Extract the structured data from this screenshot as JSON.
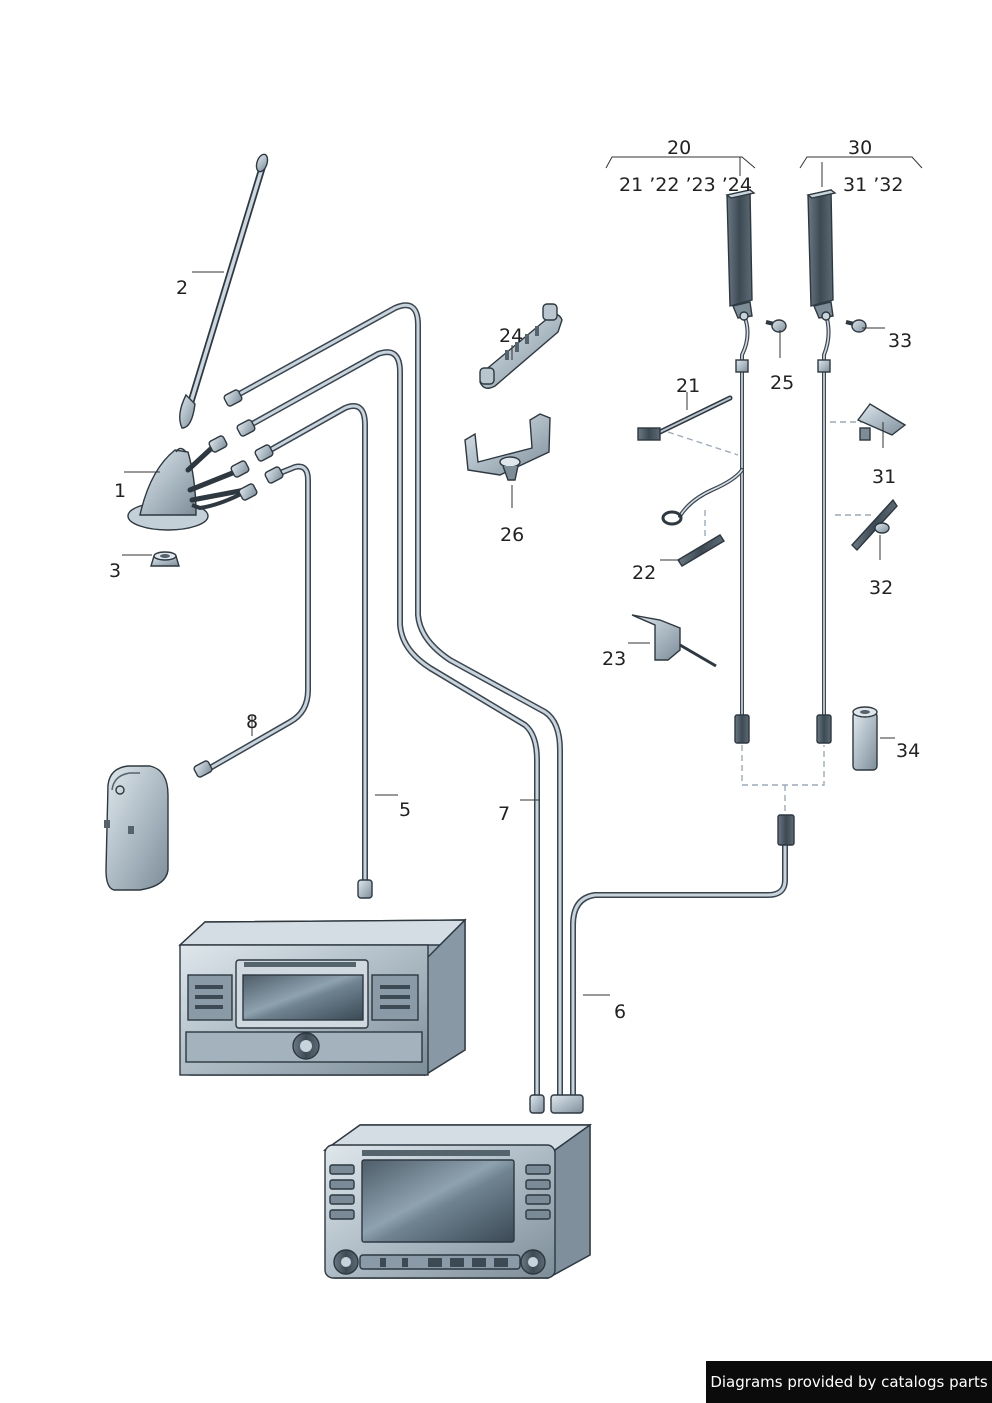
{
  "callouts": {
    "c1": "1",
    "c2": "2",
    "c3": "3",
    "c5": "5",
    "c6": "6",
    "c7": "7",
    "c8": "8",
    "c20": "20",
    "c21": "21",
    "c22": "22",
    "c23": "23",
    "c24": "24",
    "c25": "25",
    "c26": "26",
    "c30": "30",
    "c31": "31",
    "c32": "32",
    "c33": "33",
    "c34": "34",
    "g20_items": "21 ’22 ’23 ’24",
    "g30_items": "31 ’32"
  },
  "footer": {
    "credit": "Diagrams provided by catalogs parts"
  },
  "colors": {
    "part_fill": "#b9c6cf",
    "part_dark": "#55636d",
    "outline": "#2d3840",
    "footer_bg": "#0b0b0b"
  }
}
